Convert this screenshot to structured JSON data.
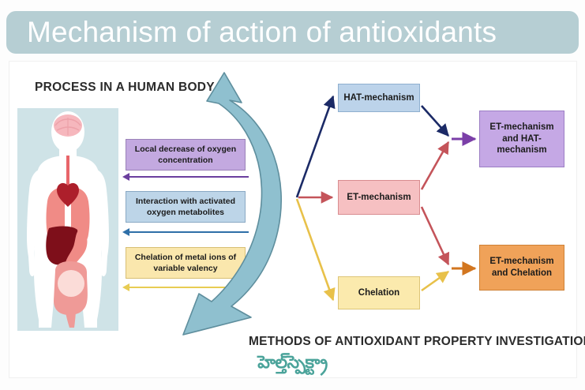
{
  "title": "Mechanism of action of antioxidants",
  "headings": {
    "left": "PROCESS IN A HUMAN BODY",
    "bottom": "METHODS OF ANTIOXIDANT PROPERTY INVESTIGATION"
  },
  "illustration": {
    "name": "human-body-anatomy",
    "panel_color": "#cfe3e7",
    "organs": [
      "brain",
      "trachea",
      "heart",
      "lungs",
      "liver",
      "stomach",
      "intestines"
    ]
  },
  "process_boxes": [
    {
      "label": "Local decrease of oxygen concentration",
      "fill": "#c3a9e0",
      "stroke": "#9a82b8",
      "arrow_color": "#6b3f9e"
    },
    {
      "label": "Interaction with activated oxygen metabolites",
      "fill": "#bdd5e8",
      "stroke": "#8aa9c4",
      "arrow_color": "#2e6fa8"
    },
    {
      "label": "Chelation of metal ions of variable valency",
      "fill": "#fae7ad",
      "stroke": "#d8bf74",
      "arrow_color": "#e8cc53"
    }
  ],
  "mechanisms": {
    "hat": {
      "label": "HAT-mechanism",
      "fill": "#bcd3ea",
      "stroke": "#8fb0cf"
    },
    "et": {
      "label": "ET-mechanism",
      "fill": "#f6c0c2",
      "stroke": "#d98d90"
    },
    "chelation": {
      "label": "Chelation",
      "fill": "#fbeaad",
      "stroke": "#ddc578"
    },
    "et_and_hat": {
      "label": "ET-mechanism and HAT-mechanism",
      "fill": "#c5a8e5",
      "stroke": "#9b7ec4"
    },
    "et_and_chelation": {
      "label": "ET-mechanism and Chelation",
      "fill": "#f0a259",
      "stroke": "#cf8236"
    }
  },
  "connectors": [
    {
      "from": "hub",
      "to": "hat",
      "color": "#1b2a66"
    },
    {
      "from": "hub",
      "to": "et",
      "color": "#c4545a"
    },
    {
      "from": "hub",
      "to": "chelation",
      "color": "#e8c14a"
    },
    {
      "from": "hat",
      "to": "et_and_hat",
      "color": "#1b2a66"
    },
    {
      "from": "et",
      "to": "et_and_hat",
      "color": "#c4545a"
    },
    {
      "from": "et",
      "to": "et_and_chelation",
      "color": "#c4545a"
    },
    {
      "from": "chelation",
      "to": "et_and_chelation",
      "color": "#e8c14a"
    },
    {
      "from": "junction-top",
      "to": "et_and_hat",
      "color": "#7b3fa8"
    },
    {
      "from": "junction-bottom",
      "to": "et_and_chelation",
      "color": "#d2761f"
    }
  ],
  "cycle_arrow": {
    "name": "clockwise-cycle-arrow",
    "fill": "#8fc0cf",
    "stroke": "#5e8e9d"
  },
  "branding": {
    "text": "హెల్త్‌స్పెక్ట్రా",
    "color": "#4aa39a"
  },
  "colors": {
    "banner": "#b6ced3",
    "banner_text": "#ffffff",
    "card": "#ffffff",
    "page": "#fdfdfd"
  }
}
